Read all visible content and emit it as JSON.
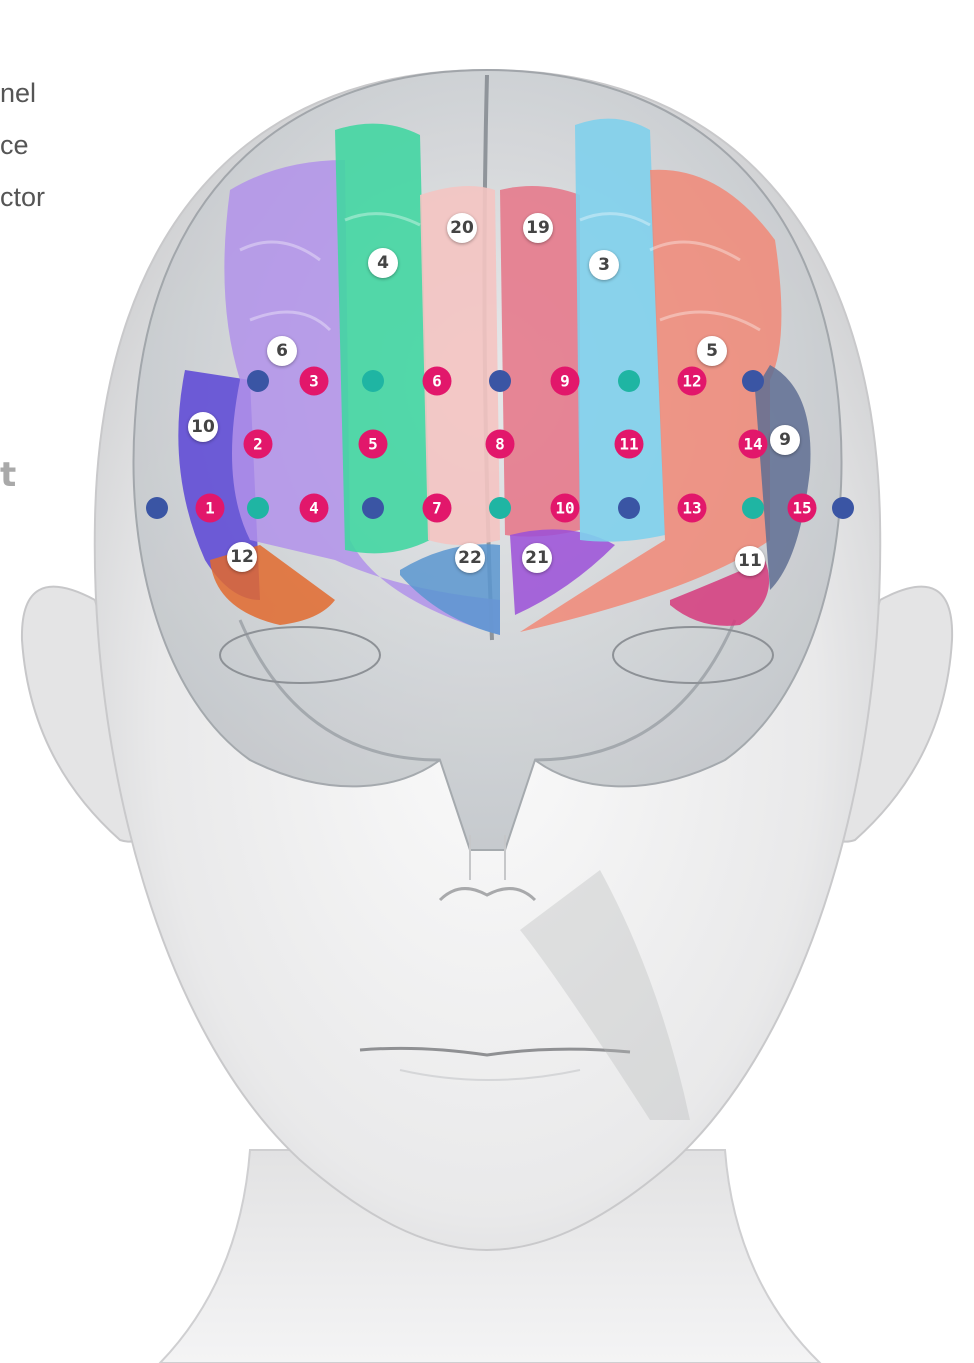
{
  "legend": {
    "line1": "nel",
    "line2": "ce",
    "line3": "ctor",
    "partial": "t"
  },
  "colors": {
    "source": "#3a55a4",
    "detector": "#1fb5a3",
    "channel": "#e2176b"
  },
  "region_labels": [
    {
      "id": "r20",
      "text": "20"
    },
    {
      "id": "r19",
      "text": "19"
    },
    {
      "id": "r4",
      "text": "4"
    },
    {
      "id": "r3",
      "text": "3"
    },
    {
      "id": "r6",
      "text": "6"
    },
    {
      "id": "r5",
      "text": "5"
    },
    {
      "id": "r10",
      "text": "10"
    },
    {
      "id": "r9",
      "text": "9"
    },
    {
      "id": "r12",
      "text": "12"
    },
    {
      "id": "r22",
      "text": "22"
    },
    {
      "id": "r21",
      "text": "21"
    },
    {
      "id": "r11",
      "text": "11"
    }
  ],
  "channels": [
    "1",
    "2",
    "3",
    "4",
    "5",
    "6",
    "7",
    "8",
    "9",
    "10",
    "11",
    "12",
    "13",
    "14",
    "15"
  ],
  "dots": [
    {
      "type": "source"
    },
    {
      "type": "source"
    },
    {
      "type": "source"
    },
    {
      "type": "source"
    },
    {
      "type": "detector"
    },
    {
      "type": "detector"
    },
    {
      "type": "detector"
    },
    {
      "type": "source"
    },
    {
      "type": "detector"
    },
    {
      "type": "source"
    },
    {
      "type": "detector"
    },
    {
      "type": "source"
    },
    {
      "type": "detector"
    },
    {
      "type": "source"
    },
    {
      "type": "detector"
    },
    {
      "type": "source"
    }
  ]
}
